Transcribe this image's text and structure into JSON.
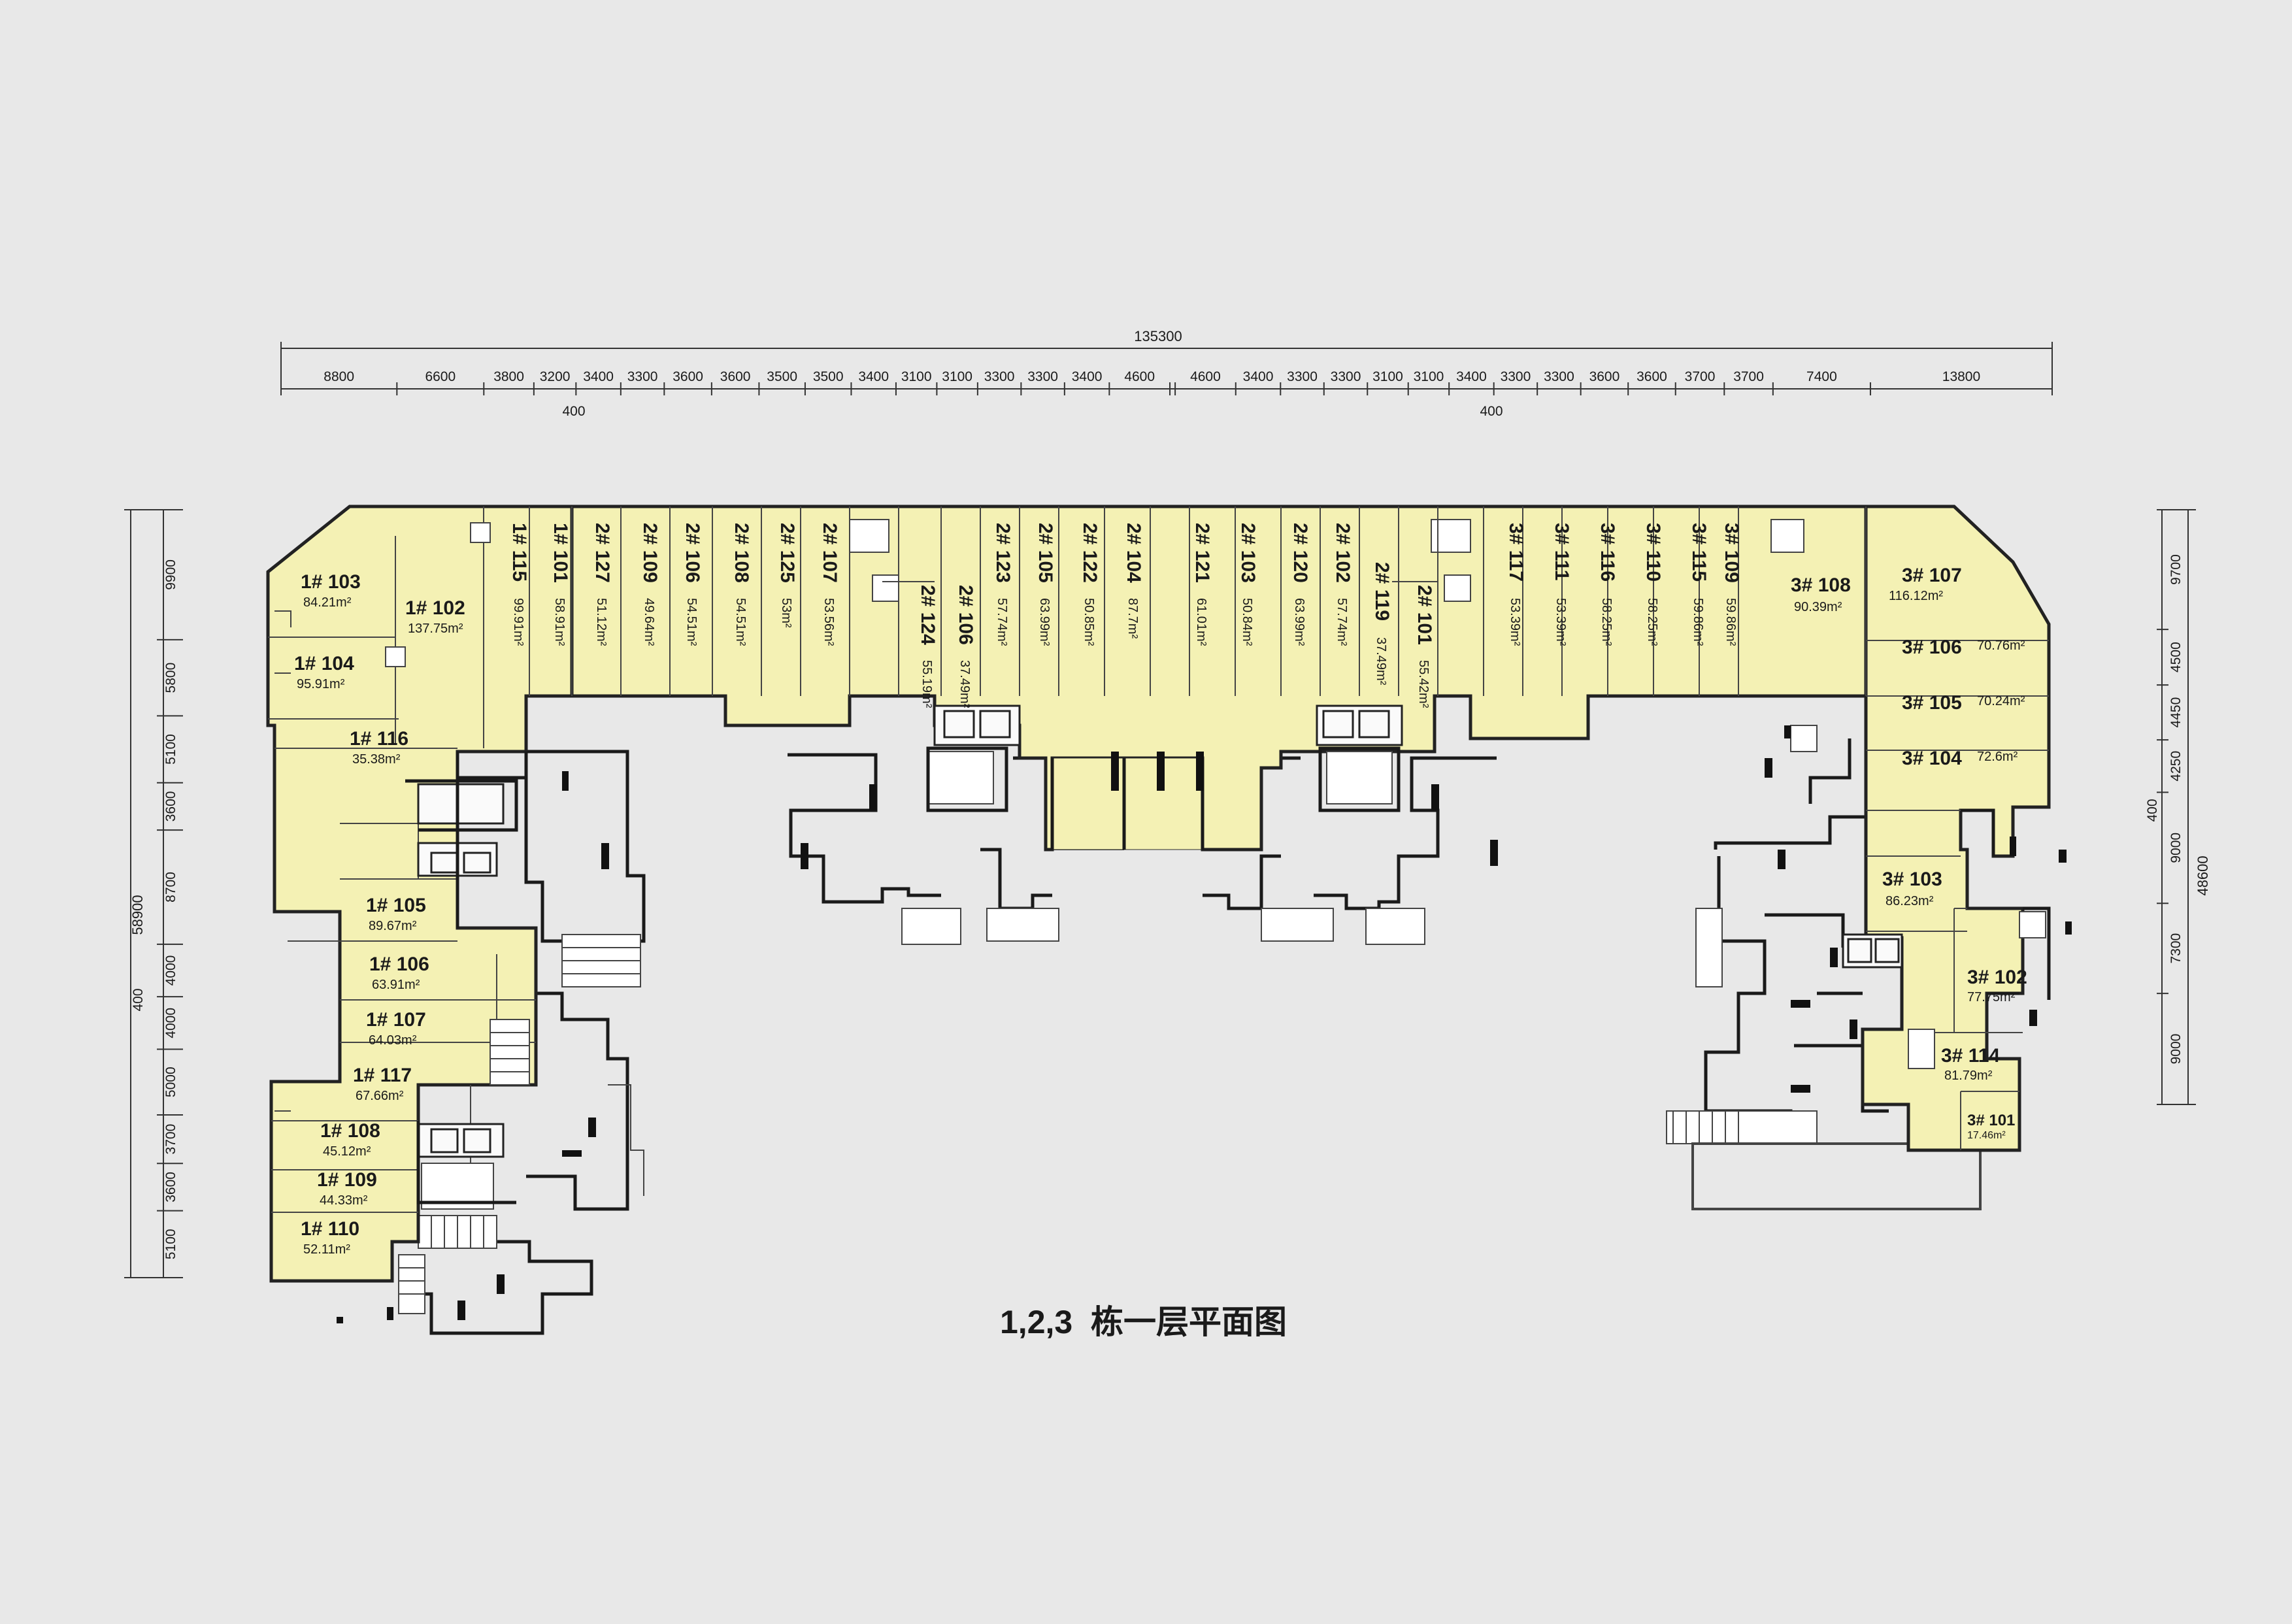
{
  "title": "1,2,3  栋一层平面图",
  "dimensions": {
    "top_total": "135300",
    "top": [
      "8800",
      "6600",
      "3800",
      "3200",
      "3400",
      "3300",
      "3600",
      "3600",
      "3500",
      "3500",
      "3400",
      "3100",
      "3100",
      "3300",
      "3300",
      "3400",
      "4600",
      "400",
      "4600",
      "3400",
      "3300",
      "3300",
      "3100",
      "3100",
      "3400",
      "3300",
      "3300",
      "3600",
      "3600",
      "3700",
      "3700",
      "7400",
      "13800"
    ],
    "top_extra": [
      "400",
      "400"
    ],
    "left_total": "58900",
    "left": [
      "9900",
      "5800",
      "5100",
      "3600",
      "8700",
      "4000",
      "4000",
      "5000",
      "3700",
      "3600",
      "5100"
    ],
    "left_extra": "400",
    "right_total": "48600",
    "right": [
      "9700",
      "4500",
      "4450",
      "4250",
      "9000",
      "7300",
      "9000"
    ],
    "right_extra": "400"
  },
  "top_units": [
    {
      "no": "1# 115",
      "area": "99.91m²"
    },
    {
      "no": "1# 101",
      "area": "58.91m²"
    },
    {
      "no": "2# 127",
      "area": "51.12m²"
    },
    {
      "no": "2# 109",
      "area": "49.64m²"
    },
    {
      "no": "2# 106",
      "area": "54.51m²"
    },
    {
      "no": "2# 108",
      "area": "54.51m²"
    },
    {
      "no": "2# 125",
      "area": "53m²"
    },
    {
      "no": "2# 107",
      "area": "53.56m²"
    },
    {
      "no": "2# 124",
      "area": "55.19m²"
    },
    {
      "no": "2# 106",
      "area": "37.49m²"
    },
    {
      "no": "2# 123",
      "area": "57.74m²"
    },
    {
      "no": "2# 105",
      "area": "63.99m²"
    },
    {
      "no": "2# 122",
      "area": "50.85m²"
    },
    {
      "no": "2# 104",
      "area": "87.7m²"
    },
    {
      "no": "2# 121",
      "area": "61.01m²"
    },
    {
      "no": "2# 103",
      "area": "50.84m²"
    },
    {
      "no": "2# 120",
      "area": "63.99m²"
    },
    {
      "no": "2# 102",
      "area": "57.74m²"
    },
    {
      "no": "2# 119",
      "area": "37.49m²"
    },
    {
      "no": "2# 101",
      "area": "55.42m²"
    },
    {
      "no": "3# 117",
      "area": "53.39m²"
    },
    {
      "no": "3# 111",
      "area": "53.39m²"
    },
    {
      "no": "3# 116",
      "area": "58.25m²"
    },
    {
      "no": "3# 110",
      "area": "58.25m²"
    },
    {
      "no": "3# 115",
      "area": "59.86m²"
    },
    {
      "no": "3# 109",
      "area": "59.86m²"
    }
  ],
  "left_units": [
    {
      "no": "1# 103",
      "area": "84.21m²"
    },
    {
      "no": "1# 102",
      "area": "137.75m²"
    },
    {
      "no": "1# 104",
      "area": "95.91m²"
    },
    {
      "no": "1# 116",
      "area": "35.38m²"
    },
    {
      "no": "1# 105",
      "area": "89.67m²"
    },
    {
      "no": "1# 106",
      "area": "63.91m²"
    },
    {
      "no": "1# 107",
      "area": "64.03m²"
    },
    {
      "no": "1# 117",
      "area": "67.66m²"
    },
    {
      "no": "1# 108",
      "area": "45.12m²"
    },
    {
      "no": "1# 109",
      "area": "44.33m²"
    },
    {
      "no": "1# 110",
      "area": "52.11m²"
    }
  ],
  "right_units": [
    {
      "no": "3# 108",
      "area": "90.39m²"
    },
    {
      "no": "3# 107",
      "area": "116.12m²"
    },
    {
      "no": "3# 106",
      "area": "70.76m²"
    },
    {
      "no": "3# 105",
      "area": "70.24m²"
    },
    {
      "no": "3# 104",
      "area": "72.6m²"
    },
    {
      "no": "3# 103",
      "area": "86.23m²"
    },
    {
      "no": "3# 102",
      "area": "77.75m²"
    },
    {
      "no": "3# 114",
      "area": "81.79m²"
    },
    {
      "no": "3# 101",
      "area": "17.46m²"
    }
  ]
}
